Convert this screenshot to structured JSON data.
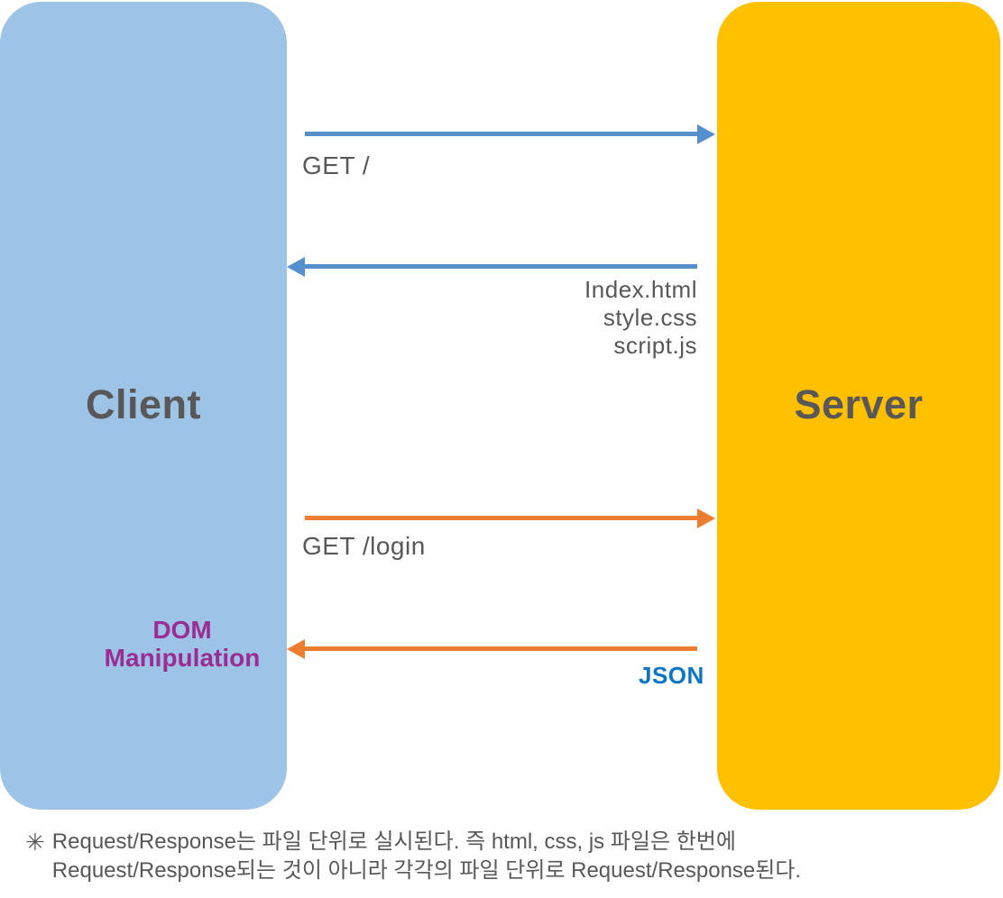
{
  "colors": {
    "client_box": "#9dc3e6",
    "server_box": "#ffc000",
    "box_text": "#595757",
    "gray_text": "#595757",
    "arrow_blue": "#5590cd",
    "arrow_orange": "#ed7d31",
    "dom_purple": "#9c2b94",
    "json_blue": "#0b76c5"
  },
  "client": {
    "label": "Client",
    "dom_manipulation": {
      "line1": "DOM",
      "line2": "Manipulation"
    }
  },
  "server": {
    "label": "Server"
  },
  "messages": {
    "request_root": {
      "label": "GET /"
    },
    "response_files": {
      "files": [
        "Index.html",
        "style.css",
        "script.js"
      ]
    },
    "request_login": {
      "label": "GET /login"
    },
    "response_json": {
      "label": "JSON"
    }
  },
  "footnote": {
    "marker": "✳",
    "line1": "Request/Response는 파일 단위로 실시된다. 즉 html, css, js 파일은 한번에",
    "line2": "Request/Response되는 것이 아니라 각각의 파일 단위로 Request/Response된다."
  }
}
